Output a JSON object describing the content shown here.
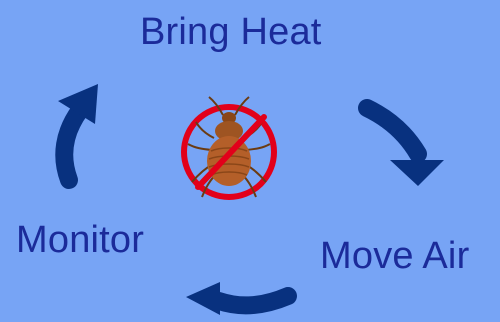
{
  "diagram": {
    "background_color": "#77a4f5",
    "arrow_color": "#08317f",
    "text_color": "#1b2b9a",
    "steps": {
      "top": "Bring Heat",
      "right": "Move Air",
      "left": "Monitor"
    },
    "center_icon": {
      "name": "no-bedbug-icon",
      "ring_color": "#e2001a",
      "bug_body_color": "#b45f29"
    }
  }
}
